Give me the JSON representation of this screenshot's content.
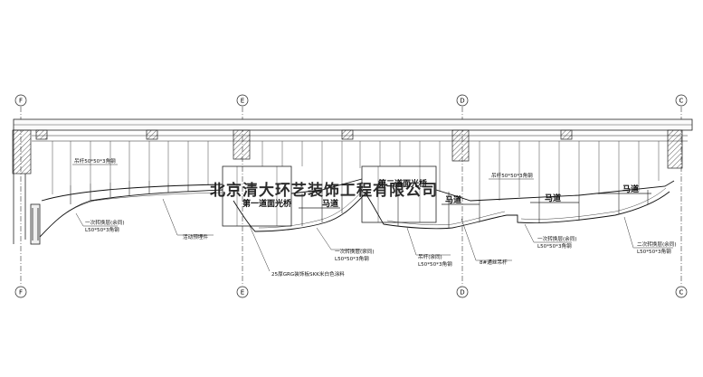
{
  "axis_labels": {
    "F_top": "F",
    "E_top": "E",
    "D_top": "D",
    "C_top": "C",
    "F_bottom": "F",
    "E_bottom": "E",
    "D_bottom": "D",
    "C_bottom": "C"
  },
  "labels": {
    "hanger_left": "吊杆50*50*3角钢",
    "hanger_right": "吊杆50*50*3角钢",
    "bridge1": "第一道面光桥",
    "bridge2": "第二道面光桥",
    "horse_road1": "马道",
    "horse_road2": "马道",
    "horse_road3": "马道",
    "horse_road4": "马道",
    "transfer1_line1": "一次转换层(余同)",
    "transfer1_line2": "L50*50*3角钢",
    "movable_part": "活动预埋件",
    "transfer2_line1": "一次转换层(余同)",
    "transfer2_line2": "L50*50*3角钢",
    "hanger_mid_line1": "吊杆(余同)",
    "hanger_mid_line2": "L50*50*3角钢",
    "wire_rod": "8#通丝吊杆",
    "transfer3_line1": "一次转换层(余同)",
    "transfer3_line2": "L50*50*3角钢",
    "transfer4_line1": "二次转换层(余同)",
    "transfer4_line2": "L50*50*3角钢",
    "grg": "25厚GRG装饰板SKK米白色涂料"
  },
  "watermark": "北京清大环艺装饰工程有限公司",
  "colors": {
    "line": "#1a1a1a",
    "background": "#ffffff"
  }
}
